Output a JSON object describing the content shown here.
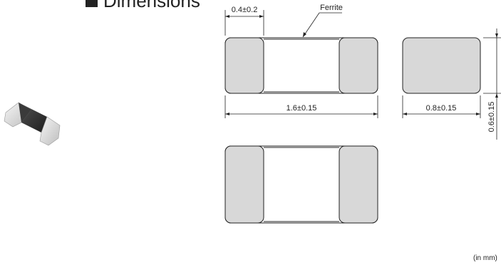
{
  "heading": {
    "text": "Dimensions"
  },
  "labels": {
    "terminal_width": "0.4±0.2",
    "body_material": "Ferrite",
    "length": "1.6±0.15",
    "width": "0.8±0.15",
    "height": "0.6±0.15",
    "unit": "(in mm)"
  },
  "colors": {
    "terminal_fill": "#d8d8d8",
    "outline": "#222222",
    "chip_body": "#2f2f2f",
    "chip_end": "#e6e6e6"
  }
}
